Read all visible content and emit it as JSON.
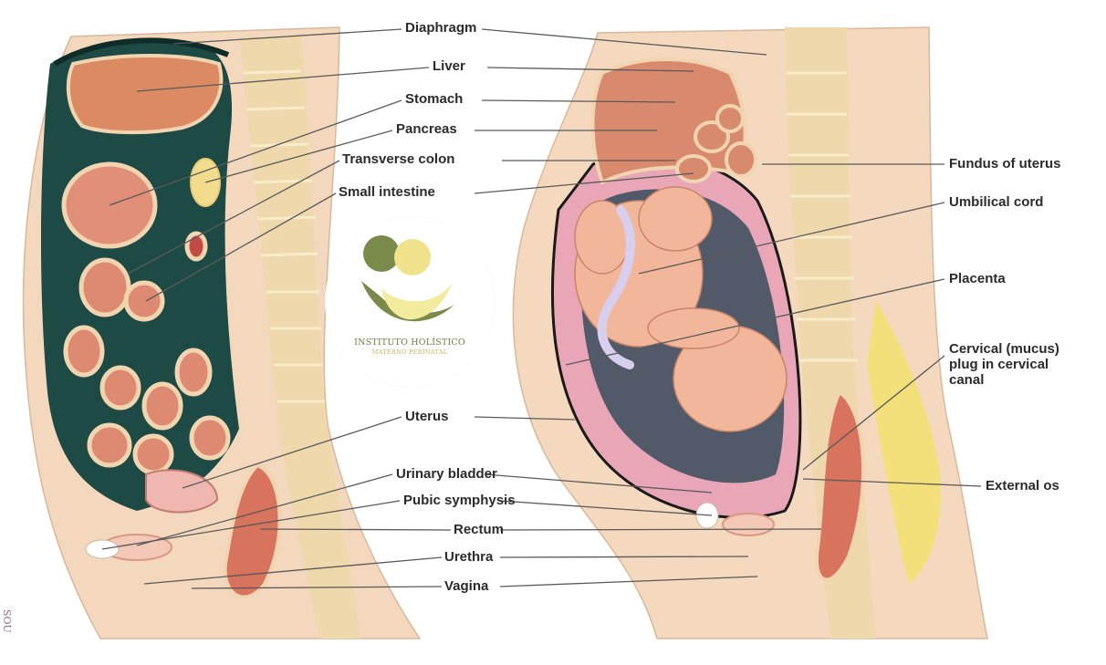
{
  "left_labels": [
    {
      "id": "diaphragm",
      "text": "Diaphragm"
    },
    {
      "id": "liver",
      "text": "Liver"
    },
    {
      "id": "stomach",
      "text": "Stomach"
    },
    {
      "id": "pancreas",
      "text": "Pancreas"
    },
    {
      "id": "transverse-colon",
      "text": "Transverse colon"
    },
    {
      "id": "small-intestine",
      "text": "Small intestine"
    },
    {
      "id": "uterus",
      "text": "Uterus"
    },
    {
      "id": "urinary-bladder",
      "text": "Urinary bladder"
    },
    {
      "id": "pubic-symphysis",
      "text": "Pubic symphysis"
    },
    {
      "id": "rectum",
      "text": "Rectum"
    },
    {
      "id": "urethra",
      "text": "Urethra"
    },
    {
      "id": "vagina",
      "text": "Vagina"
    }
  ],
  "right_labels": [
    {
      "id": "fundus",
      "text": "Fundus of uterus"
    },
    {
      "id": "umbilical-cord",
      "text": "Umbilical cord"
    },
    {
      "id": "placenta",
      "text": "Placenta"
    },
    {
      "id": "cervical-plug",
      "text": "Cervical (mucus)\nplug in cervical\ncanal"
    },
    {
      "id": "external-os",
      "text": "External os"
    }
  ],
  "logo": {
    "line1": "INSTITUTO HOLÍSTICO",
    "line2": "MATERNO PERINATAL",
    "colors": {
      "olive": "#7a8a4a",
      "yellow": "#efe28a",
      "pale": "#f3ec9e"
    }
  },
  "edge_text": "SOU",
  "colors": {
    "skin": "#f5d9bf",
    "cavity": "#1d4a44",
    "organ": "#d98a6e",
    "spine": "#ecd8ad",
    "fat": "#f4e07a",
    "uterine_wall": "#e8a6b6",
    "amniotic": "#4f5767",
    "fetus": "#f1b79a"
  }
}
